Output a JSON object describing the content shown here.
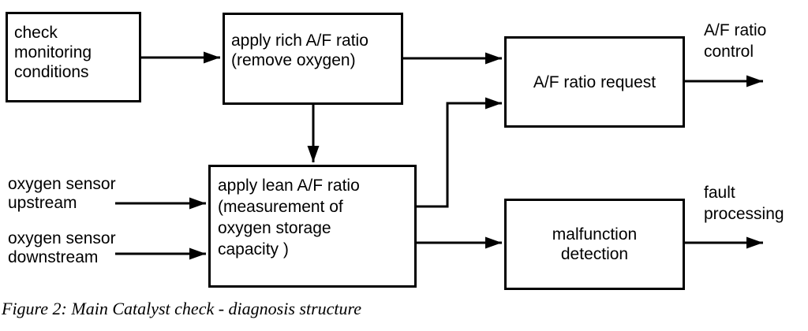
{
  "diagram": {
    "title": "Main Catalyst check - diagnosis structure",
    "boxes": {
      "check_monitoring": "check\nmonitoring\nconditions",
      "apply_rich": "apply rich A/F ratio\n(remove oxygen)",
      "af_ratio_request": "A/F ratio request",
      "apply_lean": "apply lean A/F ratio\n(measurement of\noxygen storage\ncapacity )",
      "malfunction_detection": "malfunction\ndetection"
    },
    "labels": {
      "oxygen_sensor_upstream": "oxygen sensor\nupstream",
      "oxygen_sensor_downstream": "oxygen sensor\ndownstream",
      "af_ratio_control": "A/F ratio\ncontrol",
      "fault_processing": "fault\nprocessing"
    },
    "caption": "Figure 2: Main Catalyst check - diagnosis structure",
    "connections": [
      {
        "from": "check monitoring conditions",
        "to": "apply rich A/F ratio"
      },
      {
        "from": "apply rich A/F ratio",
        "to": "apply lean A/F ratio"
      },
      {
        "from": "apply rich A/F ratio",
        "to": "A/F ratio request"
      },
      {
        "from": "apply lean A/F ratio",
        "to": "A/F ratio request"
      },
      {
        "from": "oxygen sensor upstream",
        "to": "apply lean A/F ratio"
      },
      {
        "from": "oxygen sensor downstream",
        "to": "apply lean A/F ratio"
      },
      {
        "from": "apply lean A/F ratio",
        "to": "malfunction detection"
      },
      {
        "from": "A/F ratio request",
        "to": "A/F ratio control"
      },
      {
        "from": "malfunction detection",
        "to": "fault processing"
      }
    ],
    "colors": {
      "line": "#000000",
      "background": "#ffffff",
      "text": "#000000"
    }
  }
}
